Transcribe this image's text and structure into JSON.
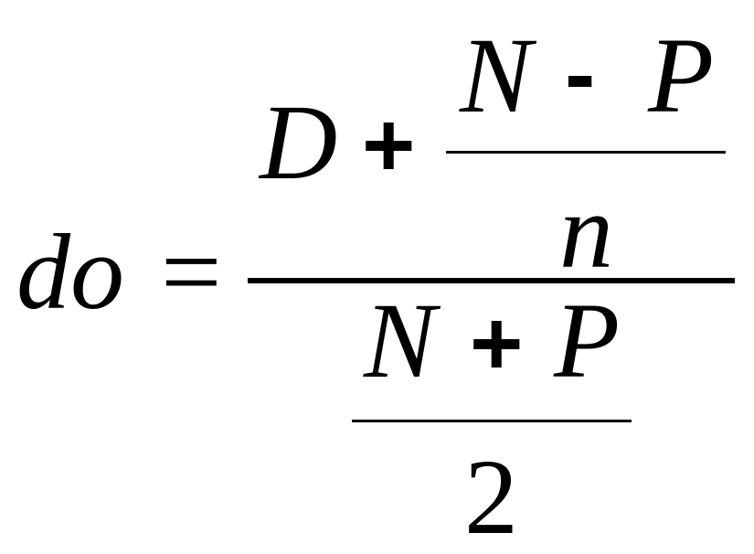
{
  "formula": {
    "lhs": "do",
    "equals": "=",
    "numerator": {
      "term": "D",
      "plus": "+",
      "fraction": {
        "numerator": {
          "a": "N",
          "minus": "-",
          "b": "P"
        },
        "denominator": "n"
      }
    },
    "denominator": {
      "fraction": {
        "numerator": {
          "a": "N",
          "plus": "+",
          "b": "P"
        },
        "denominator": "2"
      }
    }
  }
}
